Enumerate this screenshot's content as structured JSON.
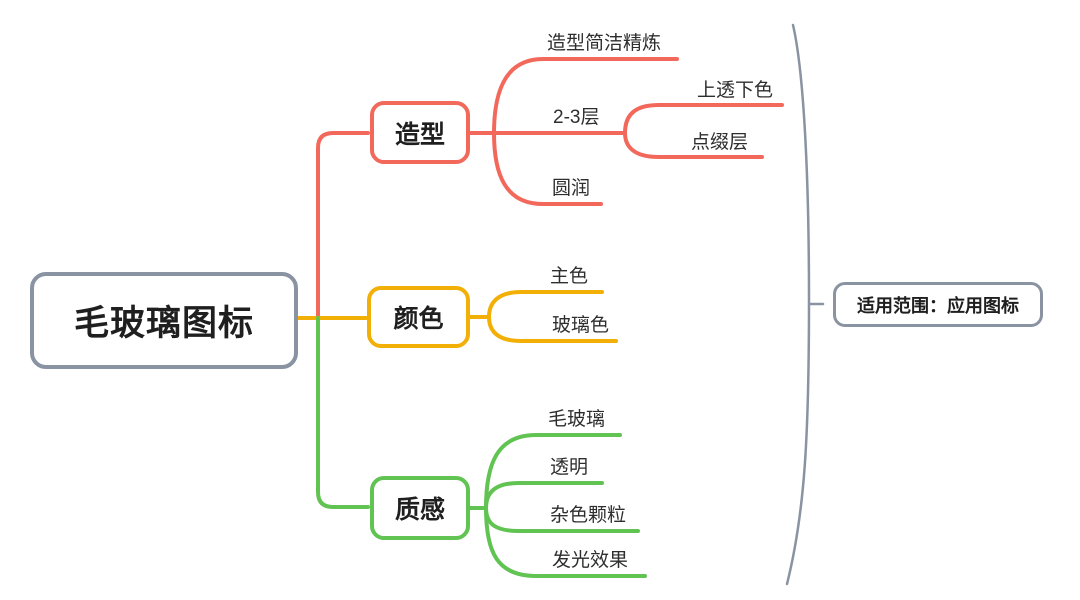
{
  "colors": {
    "red": "#f2695c",
    "yellow": "#f2b007",
    "green": "#61c351",
    "gray": "#8a93a2",
    "ink": "#1f1f1f",
    "subtext": "#2e2e2e",
    "background": "#ffffff"
  },
  "root": {
    "label": "毛玻璃图标"
  },
  "branches": [
    {
      "label": "造型",
      "color": "#f2695c",
      "children": [
        {
          "label": "造型简洁精炼"
        },
        {
          "label": "2-3层",
          "children": [
            {
              "label": "上透下色"
            },
            {
              "label": "点缀层"
            }
          ]
        },
        {
          "label": "圆润"
        }
      ]
    },
    {
      "label": "颜色",
      "color": "#f2b007",
      "children": [
        {
          "label": "主色"
        },
        {
          "label": "玻璃色"
        }
      ]
    },
    {
      "label": "质感",
      "color": "#61c351",
      "children": [
        {
          "label": "毛玻璃"
        },
        {
          "label": "透明"
        },
        {
          "label": "杂色颗粒"
        },
        {
          "label": "发光效果"
        }
      ]
    }
  ],
  "annotation": {
    "label": "适用范围：应用图标"
  }
}
